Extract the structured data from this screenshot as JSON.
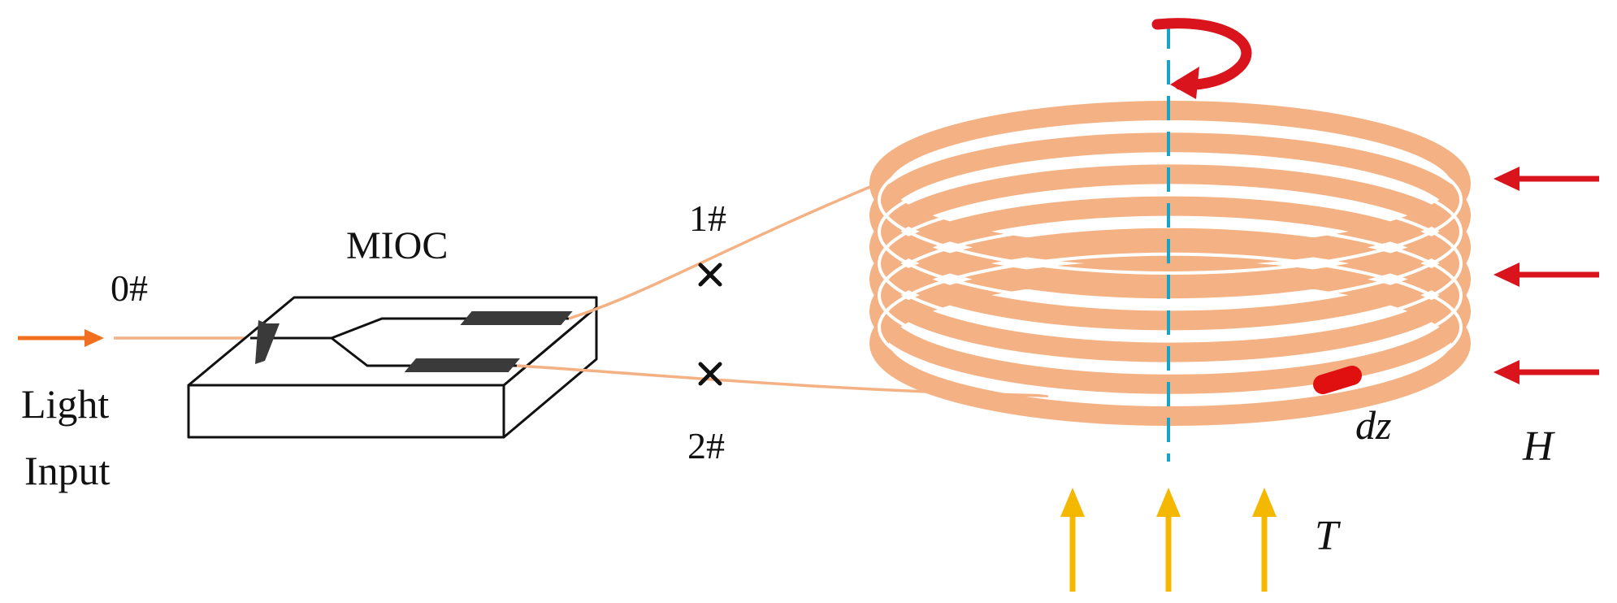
{
  "labels": {
    "mioc": "MIOC",
    "port0": "0#",
    "port1": "1#",
    "port2": "2#",
    "light_input_line1": "Light",
    "light_input_line2": "Input",
    "dz": "dz",
    "h_field": "H",
    "temperature": "T"
  },
  "colors": {
    "fiber": "#f4b183",
    "input_arrow": "#f07020",
    "red_arrows": "#d9141c",
    "temperature_arrows": "#f5b800",
    "axis": "#1aa3c8",
    "chip_electrodes": "#3a3a3a",
    "outline": "#111111"
  },
  "coil": {
    "turns": 6
  }
}
